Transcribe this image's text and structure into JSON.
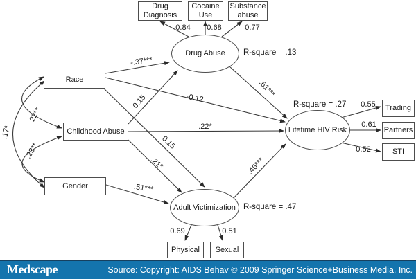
{
  "diagram": {
    "latents": [
      {
        "id": "drug-abuse",
        "label": "Drug Abuse",
        "rsquare": "R-square = .13"
      },
      {
        "id": "lifetime-hiv-risk",
        "label": "Lifetime HIV Risk",
        "rsquare": "R-square = .27"
      },
      {
        "id": "adult-victimization",
        "label": "Adult Victimization",
        "rsquare": "R-square = .47"
      }
    ],
    "exogenous": [
      {
        "id": "race",
        "label": "Race"
      },
      {
        "id": "childhood-abuse",
        "label": "Childhood Abuse"
      },
      {
        "id": "gender",
        "label": "Gender"
      }
    ],
    "indicators": [
      {
        "id": "drug-diagnosis",
        "label": "Drug Diagnosis",
        "loading": "0.84"
      },
      {
        "id": "cocaine-use",
        "label": "Cocaine Use",
        "loading": "0.68"
      },
      {
        "id": "substance-abuse",
        "label": "Substance abuse",
        "loading": "0.77"
      },
      {
        "id": "trading",
        "label": "Trading",
        "loading": "0.55"
      },
      {
        "id": "partners",
        "label": "Partners",
        "loading": "0.61"
      },
      {
        "id": "sti",
        "label": "STI",
        "loading": "0.52"
      },
      {
        "id": "physical",
        "label": "Physical",
        "loading": "0.69"
      },
      {
        "id": "sexual",
        "label": "Sexual",
        "loading": "0.51"
      }
    ],
    "paths": [
      {
        "from": "Race",
        "to": "Drug Abuse",
        "label": "-.37***"
      },
      {
        "from": "Race",
        "to": "Lifetime HIV Risk",
        "label": "-0.12"
      },
      {
        "from": "Race",
        "to": "Adult Victimization",
        "label": "0.15"
      },
      {
        "from": "Childhood Abuse",
        "to": "Drug Abuse",
        "label": "0.15"
      },
      {
        "from": "Childhood Abuse",
        "to": "Lifetime HIV Risk",
        "label": ".22*"
      },
      {
        "from": "Childhood Abuse",
        "to": "Adult Victimization",
        "label": ".21*"
      },
      {
        "from": "Gender",
        "to": "Adult Victimization",
        "label": ".51***"
      },
      {
        "from": "Drug Abuse",
        "to": "Lifetime HIV Risk",
        "label": ".61***"
      },
      {
        "from": "Adult Victimization",
        "to": "Lifetime HIV Risk",
        "label": ".46***"
      }
    ],
    "covariances": [
      {
        "between": "Race and Childhood Abuse",
        "label": ".22**"
      },
      {
        "between": "Childhood Abuse and Gender",
        "label": ".23**"
      },
      {
        "between": "Race and Gender",
        "label": ".17*"
      }
    ]
  },
  "footer": {
    "logo": "Medscape",
    "source": "Source: Copyright: AIDS Behav © 2009 Springer Science+Business Media, Inc.",
    "bar_color": "#1474ad"
  }
}
